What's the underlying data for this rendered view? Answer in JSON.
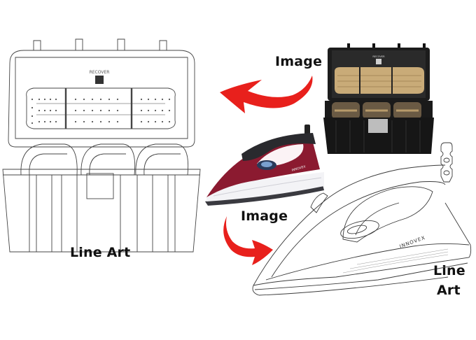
{
  "labels": {
    "case_line_art": "Line Art",
    "case_image": "Image",
    "iron_image": "Image",
    "iron_line_art_line1": "Line",
    "iron_line_art_line2": "Art"
  },
  "product_text": {
    "case_brand": "RECOVER",
    "iron_brand": "INNOVEX"
  },
  "colors": {
    "arrow": "#e8201c",
    "iron_body": "#8b1a30",
    "iron_dark": "#2a2a2e",
    "case_black": "#1c1c1c",
    "tan_board": "#c9ab78",
    "line": "#3a3a3a"
  }
}
